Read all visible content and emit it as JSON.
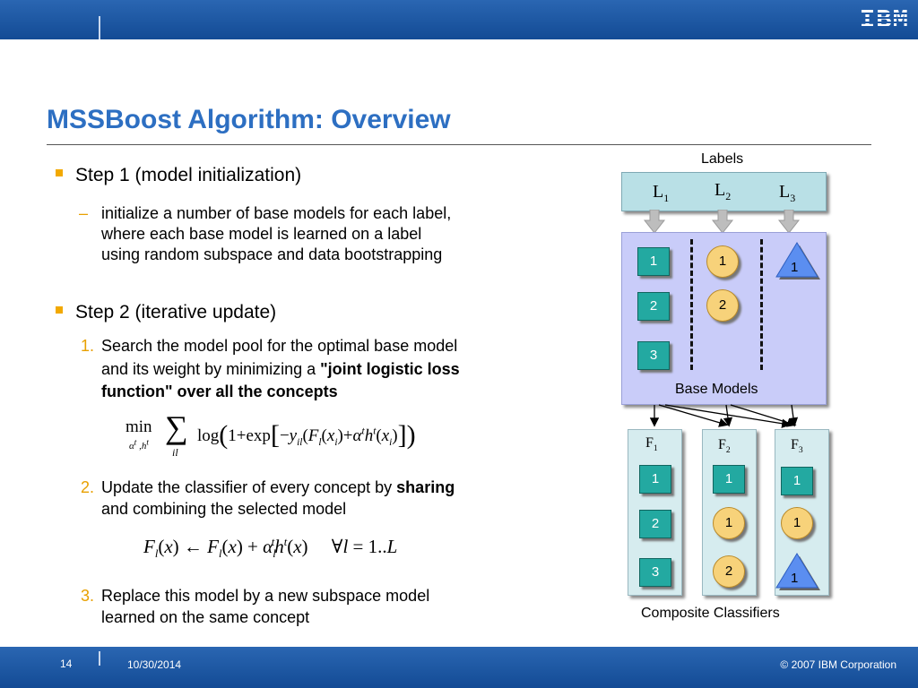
{
  "header": {
    "logo": "IBM"
  },
  "slide": {
    "title": "MSSBoost Algorithm: Overview",
    "step1": {
      "heading": "Step 1 (model initialization)",
      "dash": "–",
      "line1": "initialize a number of base models for each label,",
      "line2": "where each base model is learned on a label",
      "line3": "using random subspace and data bootstrapping"
    },
    "step2": {
      "heading": "Step 2 (iterative update)",
      "items": [
        {
          "num": "1.",
          "l1": "Search the model pool for the optimal base model",
          "l2_plain": "and its weight by minimizing a ",
          "l2_bold": "\"joint logistic loss",
          "l3_bold": "function\" over all the concepts"
        },
        {
          "num": "2.",
          "l1_plain": "Update the classifier of every concept by ",
          "l1_bold": "sharing",
          "l2": "and combining the selected model"
        },
        {
          "num": "3.",
          "l1": "Replace this model by a new subspace model",
          "l2": "learned on the same concept"
        }
      ]
    }
  },
  "diagram": {
    "labels_title": "Labels",
    "labels": [
      "L",
      "L",
      "L"
    ],
    "label_subs": [
      "1",
      "2",
      "3"
    ],
    "base_models_title": "Base Models",
    "base_col1": [
      "1",
      "2",
      "3"
    ],
    "base_col2": [
      "1",
      "2"
    ],
    "base_col3": [
      "1"
    ],
    "classifiers": [
      {
        "name": "F",
        "sub": "1",
        "items": [
          "1",
          "2",
          "3"
        ]
      },
      {
        "name": "F",
        "sub": "2",
        "items": [
          "1",
          "1",
          "2"
        ]
      },
      {
        "name": "F",
        "sub": "3",
        "items": [
          "1",
          "1",
          "1"
        ]
      }
    ],
    "composite_title": "Composite Classifiers"
  },
  "footer": {
    "page": "14",
    "date": "10/30/2014",
    "copyright": "© 2007 IBM Corporation"
  },
  "colors": {
    "title": "#2d6fc2",
    "bullet": "#f2a900",
    "bar": "#1c57a4",
    "teal_box": "#23a9a1",
    "orange_circle": "#f7d27a",
    "blue_triangle": "#5b8ef0",
    "panel": "#c9ccf9"
  }
}
